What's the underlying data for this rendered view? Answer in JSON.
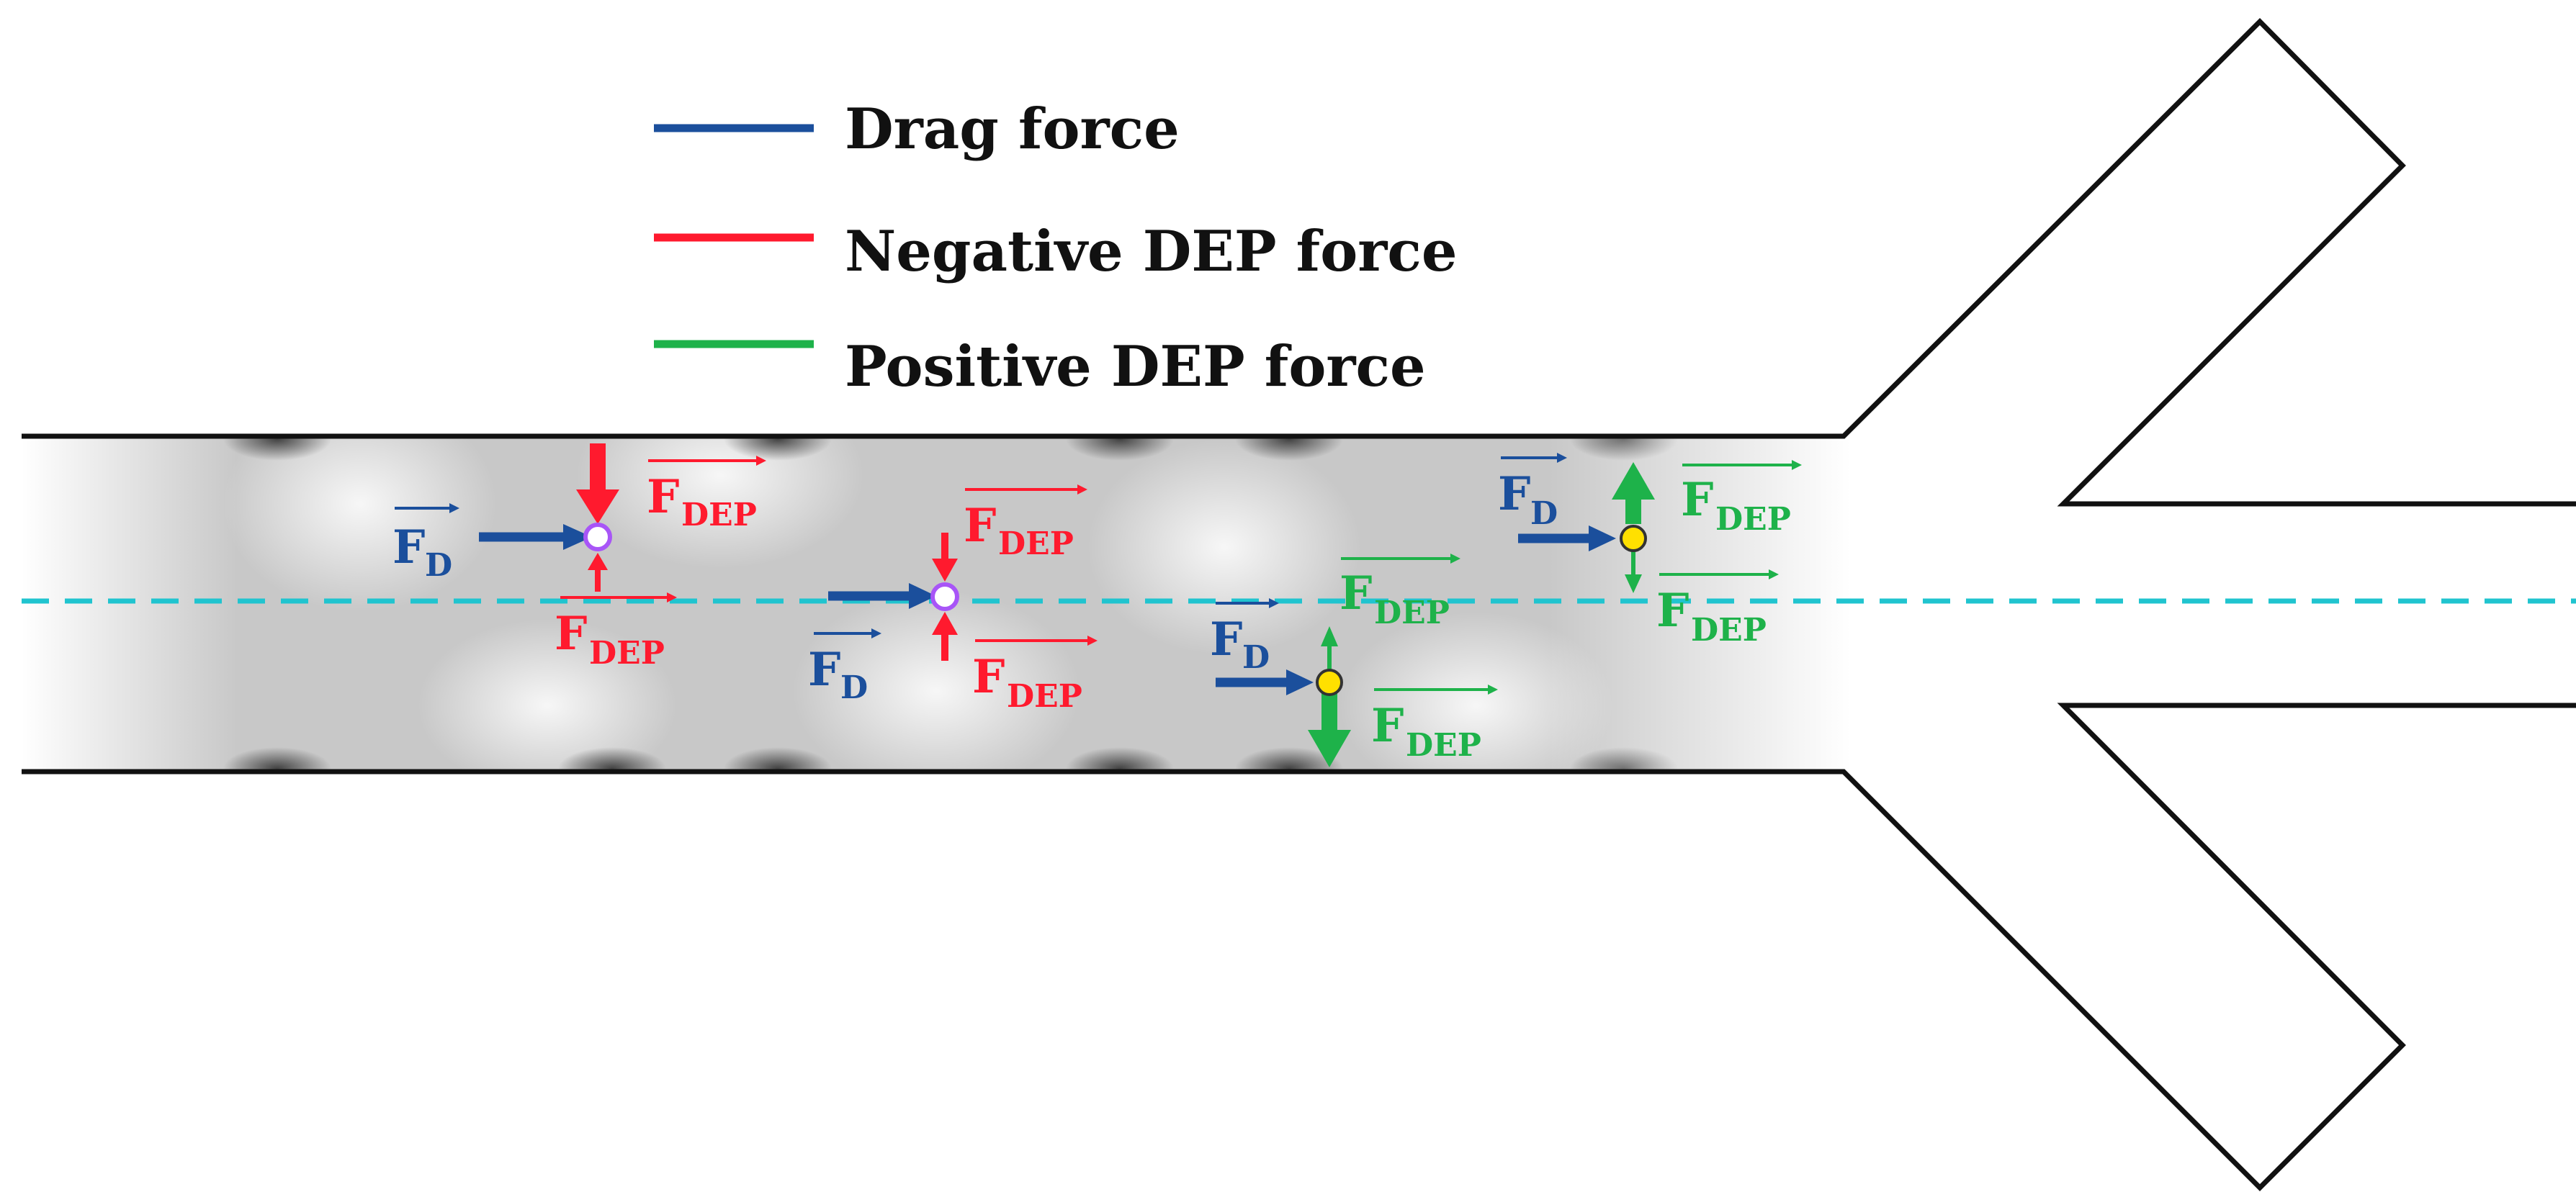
{
  "colors": {
    "drag": "#1b4f9c",
    "negative_dep": "#ff1a2e",
    "positive_dep": "#1eb24a",
    "centerline": "#20c4cf",
    "channel_edge": "#111111",
    "particle_negative_stroke": "#a855f7",
    "particle_positive_fill": "#ffe000"
  },
  "legend": [
    {
      "id": "drag",
      "label": "Drag force",
      "color": "#1b4f9c"
    },
    {
      "id": "negative",
      "label": "Negative DEP force",
      "color": "#ff1a2e"
    },
    {
      "id": "positive",
      "label": "Positive DEP force",
      "color": "#1eb24a"
    }
  ],
  "labels": {
    "drag_main": "F",
    "drag_sub": "D",
    "dep_main": "F",
    "dep_sub": "DEP"
  },
  "particles": [
    {
      "id": "p1",
      "type": "negative-dep"
    },
    {
      "id": "p2",
      "type": "negative-dep"
    },
    {
      "id": "p3",
      "type": "positive-dep"
    },
    {
      "id": "p4",
      "type": "positive-dep"
    }
  ]
}
